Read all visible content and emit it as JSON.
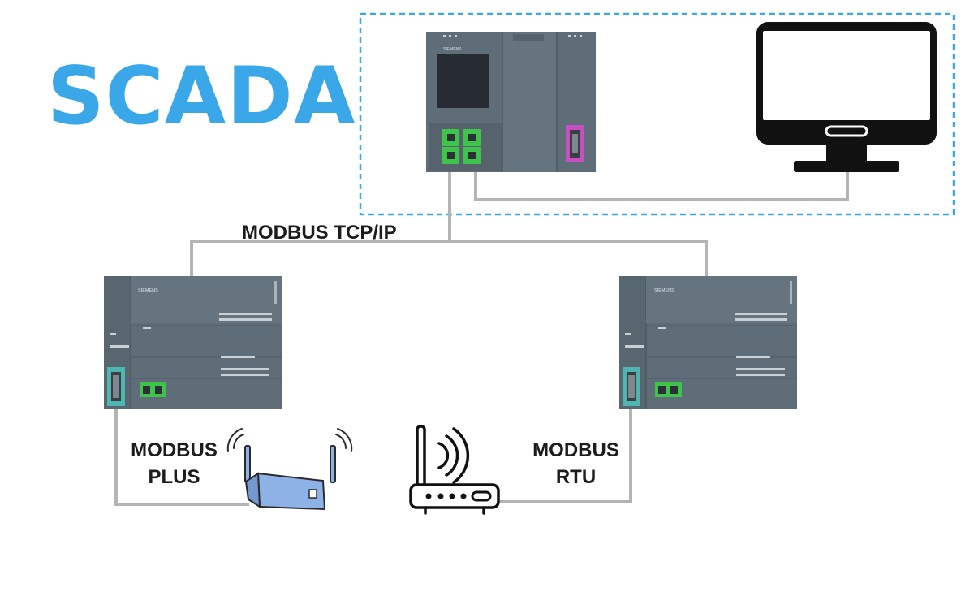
{
  "title": "SCADA",
  "labels": {
    "tcp": "MODBUS TCP/IP",
    "plus": [
      "MODBUS",
      "PLUS"
    ],
    "rtu": [
      "MODBUS",
      "RTU"
    ]
  },
  "plc_brand": "SIEMENS",
  "colors": {
    "title": "#3aa8e8",
    "dashed_border": "#3aa8e8",
    "wire": "#b4b4b4",
    "plc_body": "#5e6d78",
    "port_green": "#3ec44a",
    "port_magenta": "#c84fc0",
    "modem_blue": "#8fb2e6",
    "monitor": "#111111"
  }
}
